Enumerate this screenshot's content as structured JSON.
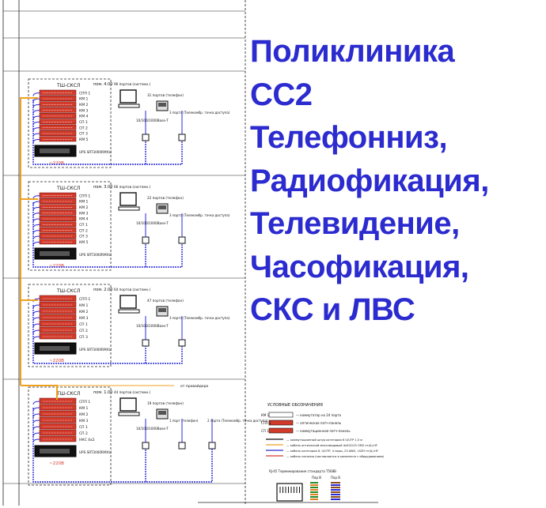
{
  "title": {
    "lines": [
      "Поликлиника",
      "СС2",
      "Телефонниз,",
      "Радиофикация,",
      "Телевидение,",
      "Часофикация,",
      "СКС и ЛВС"
    ]
  },
  "floors": [
    {
      "level": "пом. 4.00",
      "cabinet": "ТШ-СКСЛ",
      "panels": [
        "СПП 1",
        "КМ 1",
        "КМ 2",
        "КМ 3",
        "КМ 4",
        "СП 1",
        "СП 2",
        "СП 3",
        "КМ 5"
      ],
      "pc_label": "96 портов (системн.)",
      "phone_label": "31 портов (телефон)",
      "socket_label": "3 порта (Телекомбр. точка доступа)",
      "cable_label": "10/100/1000Base-T",
      "ups_label": "UPS SRT3000RMXLI",
      "power_label": "~220В"
    },
    {
      "level": "пом. 3.00",
      "cabinet": "ТШ-СКСЛ",
      "panels": [
        "СПП 1",
        "КМ 1",
        "КМ 2",
        "КМ 3",
        "КМ 4",
        "СП 1",
        "СП 2",
        "СП 3",
        "КМ 5"
      ],
      "pc_label": "66 портов (системн.)",
      "phone_label": "22 портов (телефон)",
      "socket_label": "3 порта (Телекомбр. точка доступа)",
      "cable_label": "10/100/1000Base-T",
      "ups_label": "UPS SRT3000RMXLI",
      "power_label": "~220В"
    },
    {
      "level": "пом. 2.00",
      "cabinet": "ТШ-СКСЛ",
      "panels": [
        "СПП 1",
        "КМ 1",
        "КМ 2",
        "КМ 3",
        "СП 1",
        "СП 2",
        "СП 3"
      ],
      "pc_label": "64 портов (системн.)",
      "phone_label": "47 портов (телефон)",
      "socket_label": "3 порта (Телекомбр. точка доступа)",
      "cable_label": "10/100/1000Base-T",
      "ups_label": "UPS SRT3000RMXLI",
      "power_label": "~220В"
    },
    {
      "level": "пом. 1.00",
      "cabinet": "ТШ-СКСЛ",
      "panels": [
        "СПП 1",
        "КМ 1",
        "КМ 2",
        "КМ 3",
        "СП 1",
        "СП 2",
        "НКС 4х2"
      ],
      "pc_label": "44 портов (системн.)",
      "phone_label": "19 портов (телефон)",
      "socket_label": "1 порт (телефон)",
      "socket2_label": "2 порта (Телекомбр. точка доступа)",
      "cable_label": "10/100/1000Base-T",
      "ups_label": "UPS SRT3000RMXLI",
      "power_label": "~220В"
    }
  ],
  "provider_label": "от провайдера",
  "legend": {
    "title": "УСЛОВНЫЕ ОБОЗНАЧЕНИЯ",
    "items": [
      {
        "code": "КМ 1",
        "text": "— коммутатор на 24 порта"
      },
      {
        "code": "СПП 1",
        "text": "— оптическая патч-панель"
      },
      {
        "code": "СП 1",
        "text": "— коммутационная патч-панель"
      }
    ],
    "lines": [
      "— коммутационный шнур категории 6 U/UTP 1,5 м",
      "— кабель оптический многомодовый 4x50/125 OM2 нг(А)-HF",
      "— кабель категории 6, U/UTP, 4 пары, 23 AWG, LSZH нг(А)-HF",
      "— кабель питания (поставляется в комплекте с оборудованием)"
    ]
  },
  "connector": {
    "title": "RJ-45 Терминирование стандарта T568B",
    "left_col": "Пар В",
    "right_col": "Пар В"
  },
  "colors": {
    "title": "#2b2bcf",
    "rack_red": "#d23a2a",
    "cable_blue": "#2a2ad8",
    "cable_orange": "#f0a020"
  }
}
